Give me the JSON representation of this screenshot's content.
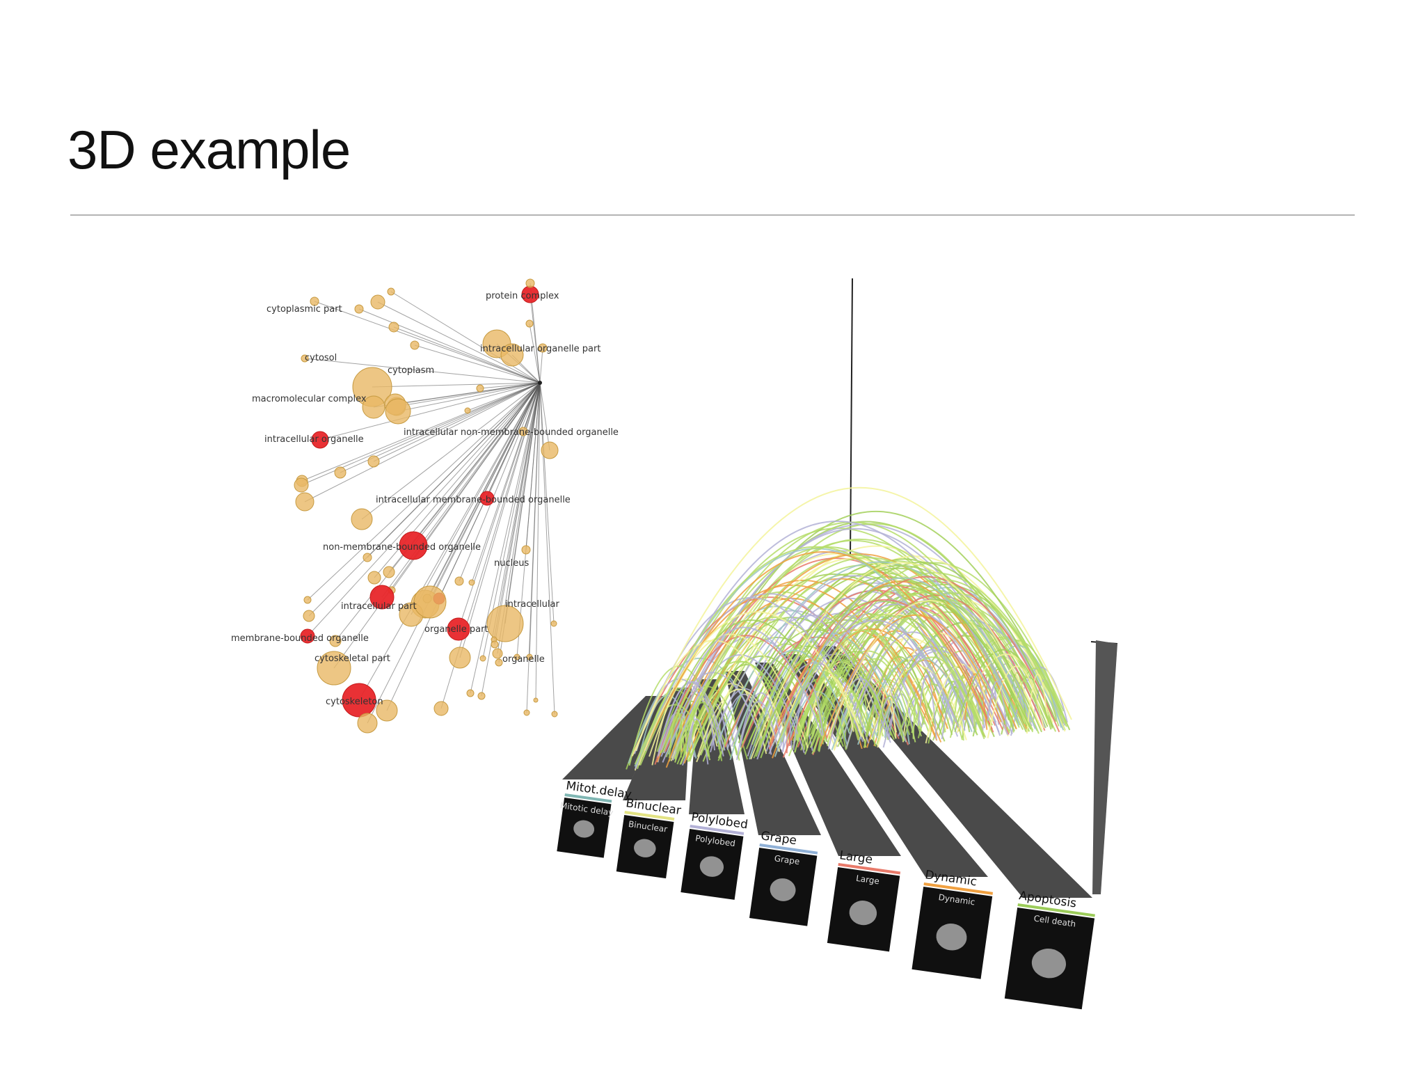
{
  "slide": {
    "title": "3D example"
  },
  "network": {
    "labels": [
      "protein complex",
      "cytoplasmic part",
      "intracellular organelle part",
      "cytosol",
      "cytoplasm",
      "macromolecular complex",
      "intracellular organelle",
      "intracellular non-membrane-bounded organelle",
      "intracellular membrane-bounded organelle",
      "non-membrane-bounded organelle",
      "nucleus",
      "intracellular part",
      "intracellular",
      "membrane-bounded organelle",
      "organelle part",
      "cytoskeletal part",
      "organelle",
      "cytoskeleton"
    ],
    "colors": {
      "highlight": "#e8262a",
      "node": "#e9b865",
      "edge": "#555555"
    }
  },
  "arc_plot": {
    "lanes": [
      {
        "label": "Mitot.delay",
        "sub": "Mitotic delay",
        "color": "#7fb6b3"
      },
      {
        "label": "Binuclear",
        "sub": "Binuclear",
        "color": "#e3e383"
      },
      {
        "label": "Polylobed",
        "sub": "Polylobed",
        "color": "#b3b1d6"
      },
      {
        "label": "Grape",
        "sub": "Grape",
        "color": "#8fb0d6"
      },
      {
        "label": "Large",
        "sub": "Large",
        "color": "#e87a6a"
      },
      {
        "label": "Dynamic",
        "sub": "Dynamic",
        "color": "#f0a040"
      },
      {
        "label": "Apoptosis",
        "sub": "Cell death",
        "color": "#9ccc5a"
      }
    ],
    "arc_colors": [
      "#b3b1d6",
      "#f3f39a",
      "#b5dd6a",
      "#a3d05a",
      "#f0a040",
      "#e87a6a",
      "#9cc7c4"
    ]
  }
}
